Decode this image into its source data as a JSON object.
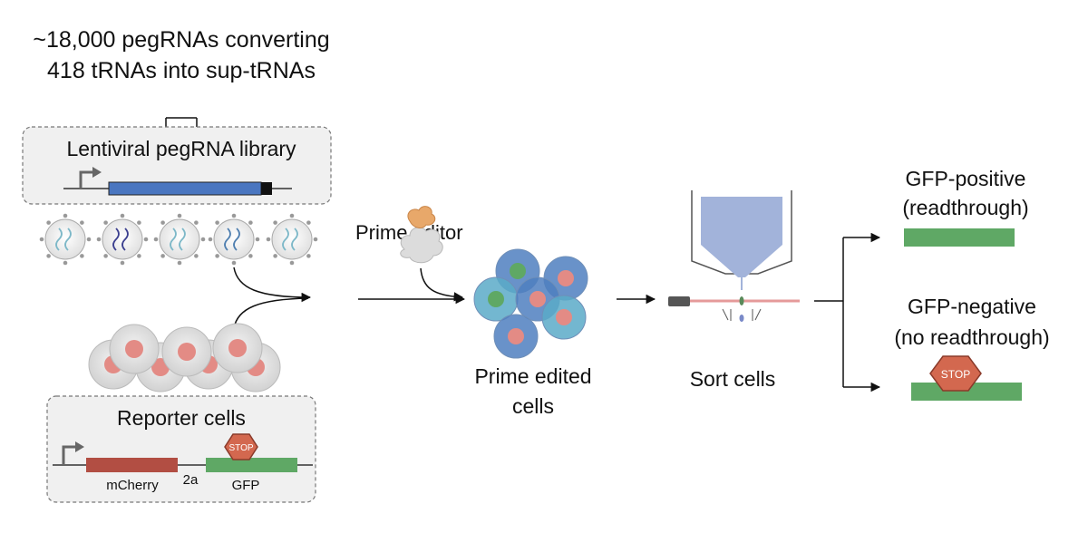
{
  "library_caption": {
    "line1": "~18,000 pegRNAs converting",
    "line2": "418 tRNAs into sup-tRNAs"
  },
  "library_box": {
    "title": "Lentiviral pegRNA library"
  },
  "reporter_box": {
    "title": "Reporter cells",
    "gene1": "mCherry",
    "linker": "2a",
    "gene2": "GFP",
    "stop": "STOP"
  },
  "prime_editor": {
    "label": "Prime editor"
  },
  "prime_edited": {
    "line1": "Prime edited",
    "line2": "cells"
  },
  "sort": {
    "label": "Sort cells"
  },
  "outcome_positive": {
    "line1": "GFP-positive",
    "line2": "(readthrough)"
  },
  "outcome_negative": {
    "line1": "GFP-negative",
    "line2": "(no readthrough)",
    "stop": "STOP"
  },
  "colors": {
    "blue_bar": "#4a76c0",
    "mcherry": "#b24e43",
    "gfp": "#5fa865",
    "stop": "#d3684f",
    "cell_pink": "#e38b85"
  }
}
